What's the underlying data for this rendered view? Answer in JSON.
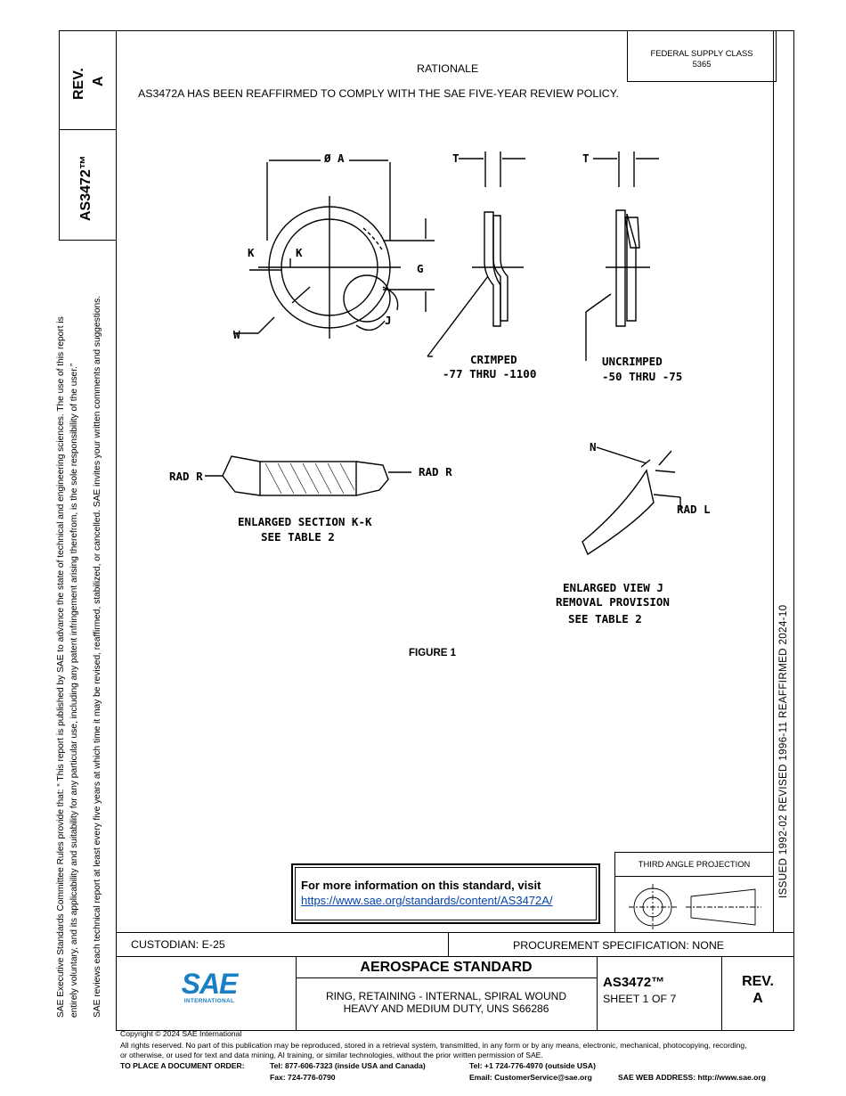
{
  "side": {
    "rev_label": "REV.",
    "rev_value": "A",
    "doc_id": "AS3472™",
    "notice_line1": "SAE Executive Standards Committee Rules provide that: “  This report is published by SAE to advance the state of technical and engineering sciences. The use of this report is",
    "notice_line2": "entirely voluntary, and its applicability and suitability for any particular use, including any patent infringement arising therefrom, is the sole responsibility of the user.”",
    "notice_line3": "SAE reviews each technical report at least every five years at which time it may be revised, reaffirmed, stabilized, or cancelled. SAE invites your written comments and suggestions.",
    "right_dates": "ISSUED 1992-02     REVISED 1996-11     REAFFIRMED 2024-10"
  },
  "header": {
    "fsc_line1": "FEDERAL SUPPLY CLASS",
    "fsc_line2": "5365",
    "rationale_title": "RATIONALE",
    "rationale_text": "AS3472A HAS BEEN REAFFIRMED TO COMPLY WITH THE SAE FIVE-YEAR REVIEW POLICY."
  },
  "figure": {
    "phi_a": "Ø A",
    "k1": "K",
    "k2": "K",
    "g": "G",
    "j": "J",
    "w": "W",
    "t1": "T",
    "t2": "T",
    "crimped": "CRIMPED",
    "crimped_range": "-77 THRU -1100",
    "uncrimped": "UNCRIMPED",
    "uncrimped_range": "-50 THRU -75",
    "rad_r_left": "RAD R",
    "rad_r_right": "RAD R",
    "section_title": "ENLARGED SECTION K-K",
    "section_ref": "SEE TABLE 2",
    "n": "N",
    "rad_l": "RAD L",
    "view_title": "ENLARGED VIEW J",
    "view_sub": "REMOVAL PROVISION",
    "view_ref": "SEE TABLE 2",
    "caption": "FIGURE 1"
  },
  "info_box": {
    "title": "For more information on this standard, visit",
    "link": "https://www.sae.org/standards/content/AS3472A/"
  },
  "projection": {
    "label": "THIRD ANGLE PROJECTION"
  },
  "title_block": {
    "custodian": "CUSTODIAN: E-25",
    "procurement": "PROCUREMENT SPECIFICATION: NONE",
    "logo_text": "SAE",
    "logo_sub": "INTERNATIONAL",
    "heading": "AEROSPACE STANDARD",
    "desc_line1": "RING, RETAINING - INTERNAL, SPIRAL WOUND",
    "desc_line2": "HEAVY AND MEDIUM DUTY, UNS S66286",
    "doc_number": "AS3472™",
    "sheet": "SHEET 1 OF 7",
    "rev_label": "REV.",
    "rev_value": "A"
  },
  "footer": {
    "copyright": "Copyright © 2024 SAE International",
    "rights_line1": "All rights reserved. No part of this publication may be reproduced, stored in a retrieval system, transmitted, in any form or by any means, electronic, mechanical, photocopying, recording,",
    "rights_line2": "or otherwise, or used for text and data mining, AI training, or similar technologies, without the prior written permission of SAE.",
    "order_label": "TO PLACE A DOCUMENT ORDER:",
    "tel_usa": "Tel: 877-606-7323 (inside USA and Canada)",
    "tel_intl": "Tel: +1 724-776-4970 (outside USA)",
    "fax": "Fax: 724-776-0790",
    "email": "Email: CustomerService@sae.org",
    "web": "SAE WEB ADDRESS: http://www.sae.org"
  }
}
